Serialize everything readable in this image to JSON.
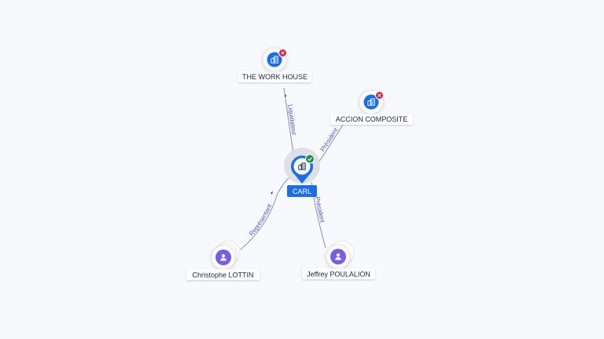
{
  "nodes": {
    "carl": {
      "label": "CARL",
      "type": "company",
      "status": "active"
    },
    "work_house": {
      "label": "THE WORK HOUSE",
      "type": "company",
      "status": "closed"
    },
    "accion": {
      "label": "ACCION COMPOSITE",
      "type": "company",
      "status": "closed"
    },
    "lottin": {
      "label": "Christophe LOTTIN",
      "type": "person"
    },
    "poulalion": {
      "label": "Jeffrey POULALION",
      "type": "person"
    }
  },
  "edges": {
    "liquidateur": {
      "label": "Liquidateur"
    },
    "president_accion": {
      "label": "Président"
    },
    "representant": {
      "label": "Représentant"
    },
    "president_poulalion": {
      "label": "Président"
    }
  },
  "icons": {
    "company": "building-icon",
    "person": "person-icon",
    "active": "check-badge-icon",
    "closed": "close-badge-icon"
  },
  "colors": {
    "company": "#1a6ee8",
    "person": "#7b5ce6",
    "active": "#1f8f4e",
    "closed": "#d6204b",
    "edge": "#8a8fa8",
    "edge_label": "#4f55c8"
  }
}
